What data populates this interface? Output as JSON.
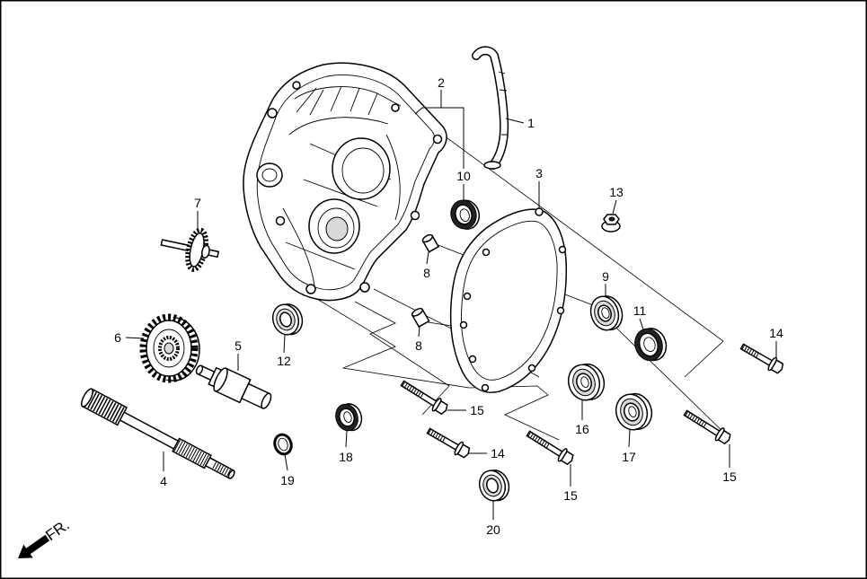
{
  "callouts": [
    "1",
    "2",
    "3",
    "4",
    "5",
    "6",
    "7",
    "8",
    "8",
    "9",
    "10",
    "11",
    "12",
    "13",
    "14",
    "14",
    "15",
    "15",
    "15",
    "16",
    "17",
    "18",
    "19",
    "20"
  ],
  "direction_label": "FR."
}
